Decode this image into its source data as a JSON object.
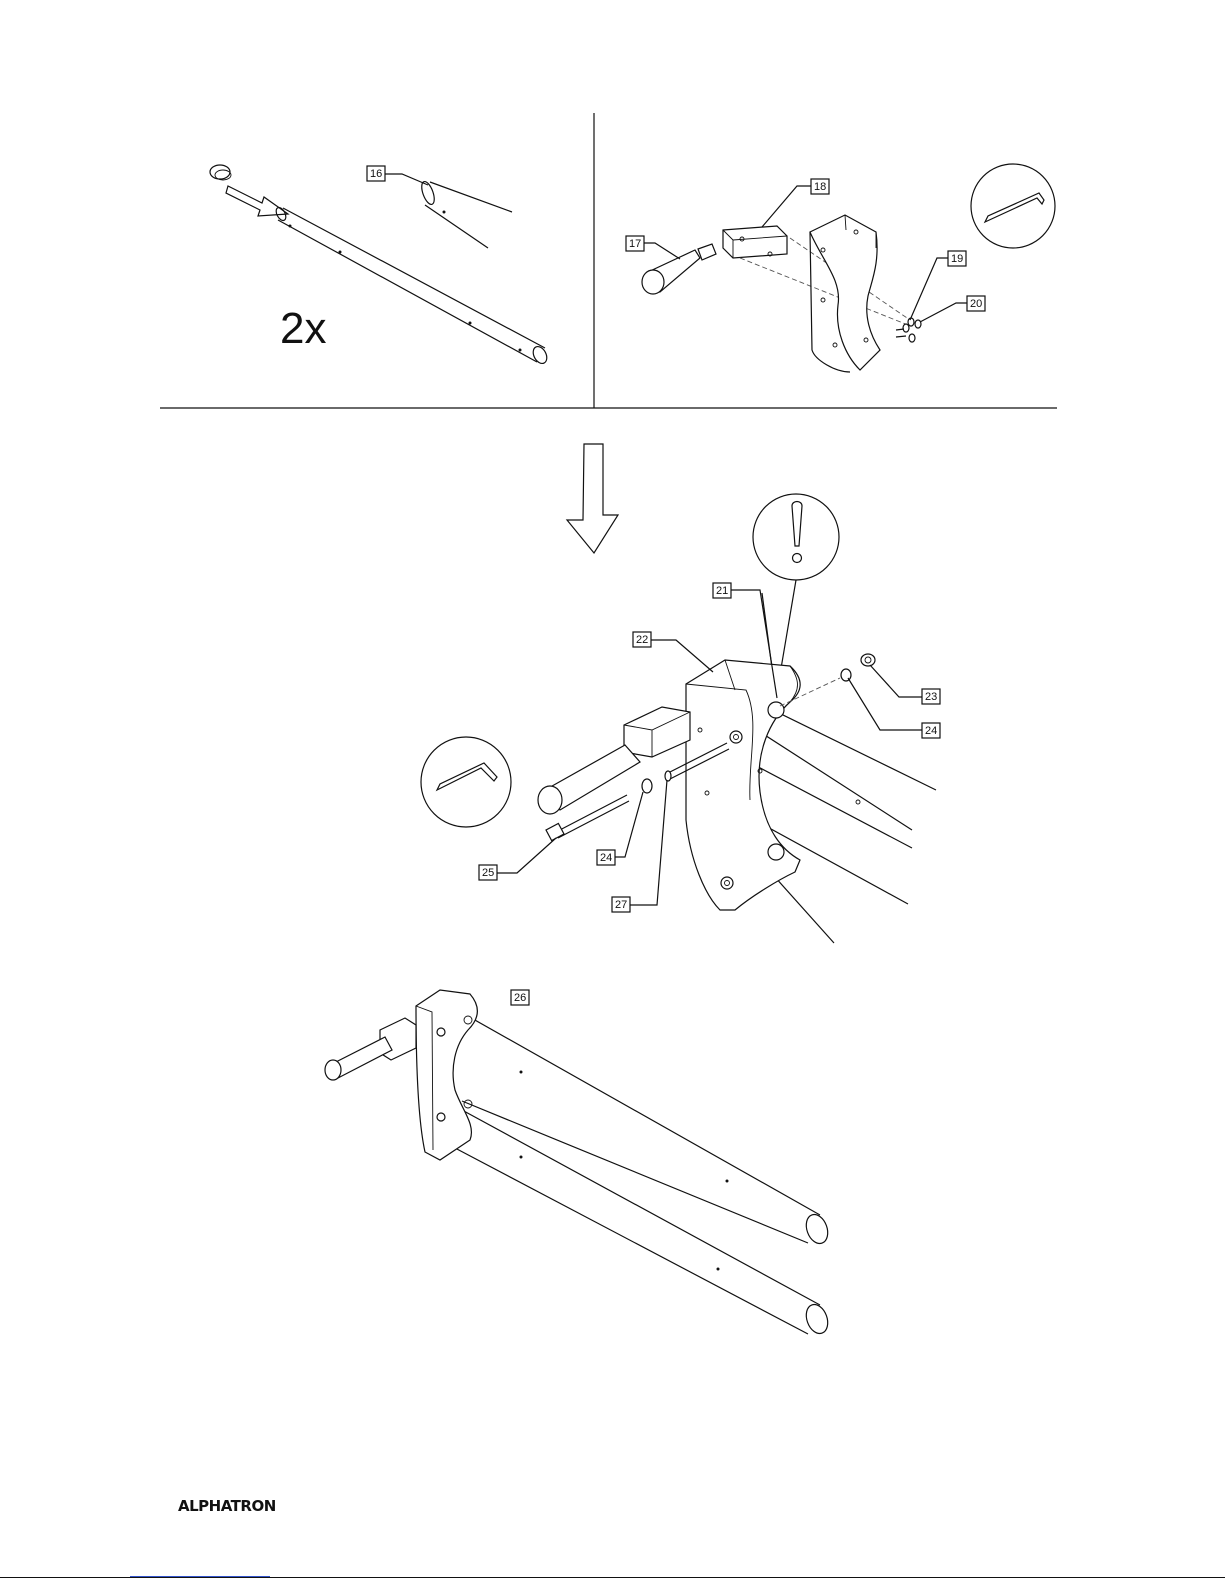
{
  "callouts": {
    "c16": "16",
    "c17": "17",
    "c18": "18",
    "c19": "19",
    "c20": "20",
    "c21": "21",
    "c22": "22",
    "c23": "23",
    "c24a": "24",
    "c24b": "24",
    "c25": "25",
    "c26": "26",
    "c27": "27"
  },
  "quantity_label": "2x",
  "warning_symbol": "!",
  "brand": "ALPHATRON",
  "icons": [
    "hex-key-icon",
    "hex-key-icon",
    "warning-icon",
    "down-arrow-icon",
    "insert-arrow-icon"
  ]
}
